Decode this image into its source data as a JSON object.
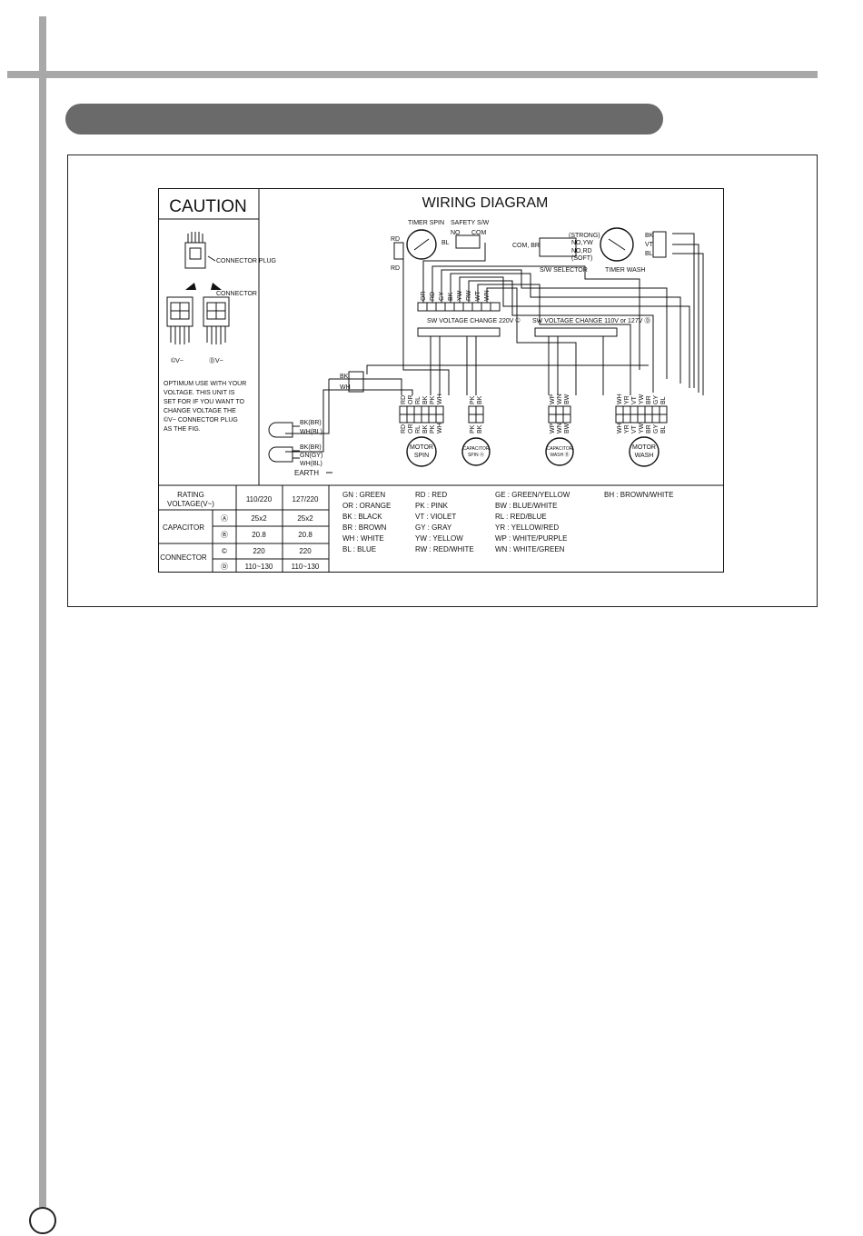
{
  "caution": {
    "title": "CAUTION",
    "plug_label": "CONNECTOR\nPLUG",
    "connector_label": "CONNECTOR",
    "c_label": "©V~",
    "d_label": "ⒹV~",
    "note_lines": [
      "OPTIMUM USE WITH YOUR",
      "VOLTAGE. THIS UNIT IS",
      "SET FOR IF YOU WANT TO",
      "CHANGE VOLTAGE THE",
      "©V~ CONNECTOR PLUG",
      "AS THE FIG."
    ]
  },
  "diagram": {
    "title": "WIRING DIAGRAM",
    "labels": {
      "timer_spin": "TIMER SPIN",
      "safety_sw": "SAFETY S/W",
      "no": "NO",
      "com": "COM",
      "strong": "(STRONG)",
      "soft": "(SOFT)",
      "no_yw": "NO,YW",
      "no_rd": "NO,RD",
      "com_br": "COM, BR",
      "sw_selector": "S/W SELECTOR",
      "timer_wash": "TIMER WASH",
      "sw_220": "SW VOLTAGE CHANGE 220V ©",
      "sw_110": "SW VOLTAGE CHANGE 110V or 127V Ⓓ",
      "motor_spin": "MOTOR\nSPIN",
      "cap_spin": "CAPACITOR\nSPIN Ⓐ",
      "cap_wash": "CAPACITOR\nWASH Ⓑ",
      "motor_wash": "MOTOR\nWASH",
      "earth": "EARTH",
      "plug_bk": "BK(BR)",
      "plug_wh": "WH(BL)",
      "plug_gn": "GN(GY)",
      "bk": "BK",
      "wh": "WH",
      "bl": "BL",
      "rd": "RD",
      "vt": "VT",
      "gy": "GY"
    },
    "top_wires": [
      "OR",
      "RD",
      "GY",
      "BK",
      "YW",
      "RW",
      "WT",
      "WN"
    ],
    "motor_spin_wires": [
      "RD",
      "OR",
      "RL",
      "BK",
      "PK",
      "WH"
    ],
    "cap_spin_wires": [
      "PK",
      "BK"
    ],
    "cap_wash_wires": [
      "WP",
      "WN",
      "BW"
    ],
    "motor_wash_wires": [
      "WH",
      "YR",
      "VT",
      "YW",
      "BR",
      "GY",
      "BL"
    ]
  },
  "rating_table": {
    "header": [
      "RATING\nVOLTAGE(V~)",
      "110/220",
      "127/220"
    ],
    "rows": [
      {
        "group": "CAPACITOR",
        "sub": "Ⓐ",
        "v1": "25x2",
        "v2": "25x2"
      },
      {
        "group": "",
        "sub": "Ⓑ",
        "v1": "20.8",
        "v2": "20.8"
      },
      {
        "group": "CONNECTOR",
        "sub": "©",
        "v1": "220",
        "v2": "220"
      },
      {
        "group": "",
        "sub": "Ⓓ",
        "v1": "110~130",
        "v2": "110~130"
      }
    ]
  },
  "legend": {
    "columns": [
      [
        "GN : GREEN",
        "OR : ORANGE",
        "BK : BLACK",
        "BR : BROWN",
        "WH : WHITE",
        "BL : BLUE"
      ],
      [
        "RD : RED",
        "PK : PINK",
        "VT : VIOLET",
        "GY : GRAY",
        "YW : YELLOW",
        "RW : RED/WHITE"
      ],
      [
        "GE : GREEN/YELLOW",
        "BW : BLUE/WHITE",
        "RL : RED/BLUE",
        "YR : YELLOW/RED",
        "WP : WHITE/PURPLE",
        "WN : WHITE/GREEN"
      ],
      [
        "BH : BROWN/WHITE"
      ]
    ]
  }
}
